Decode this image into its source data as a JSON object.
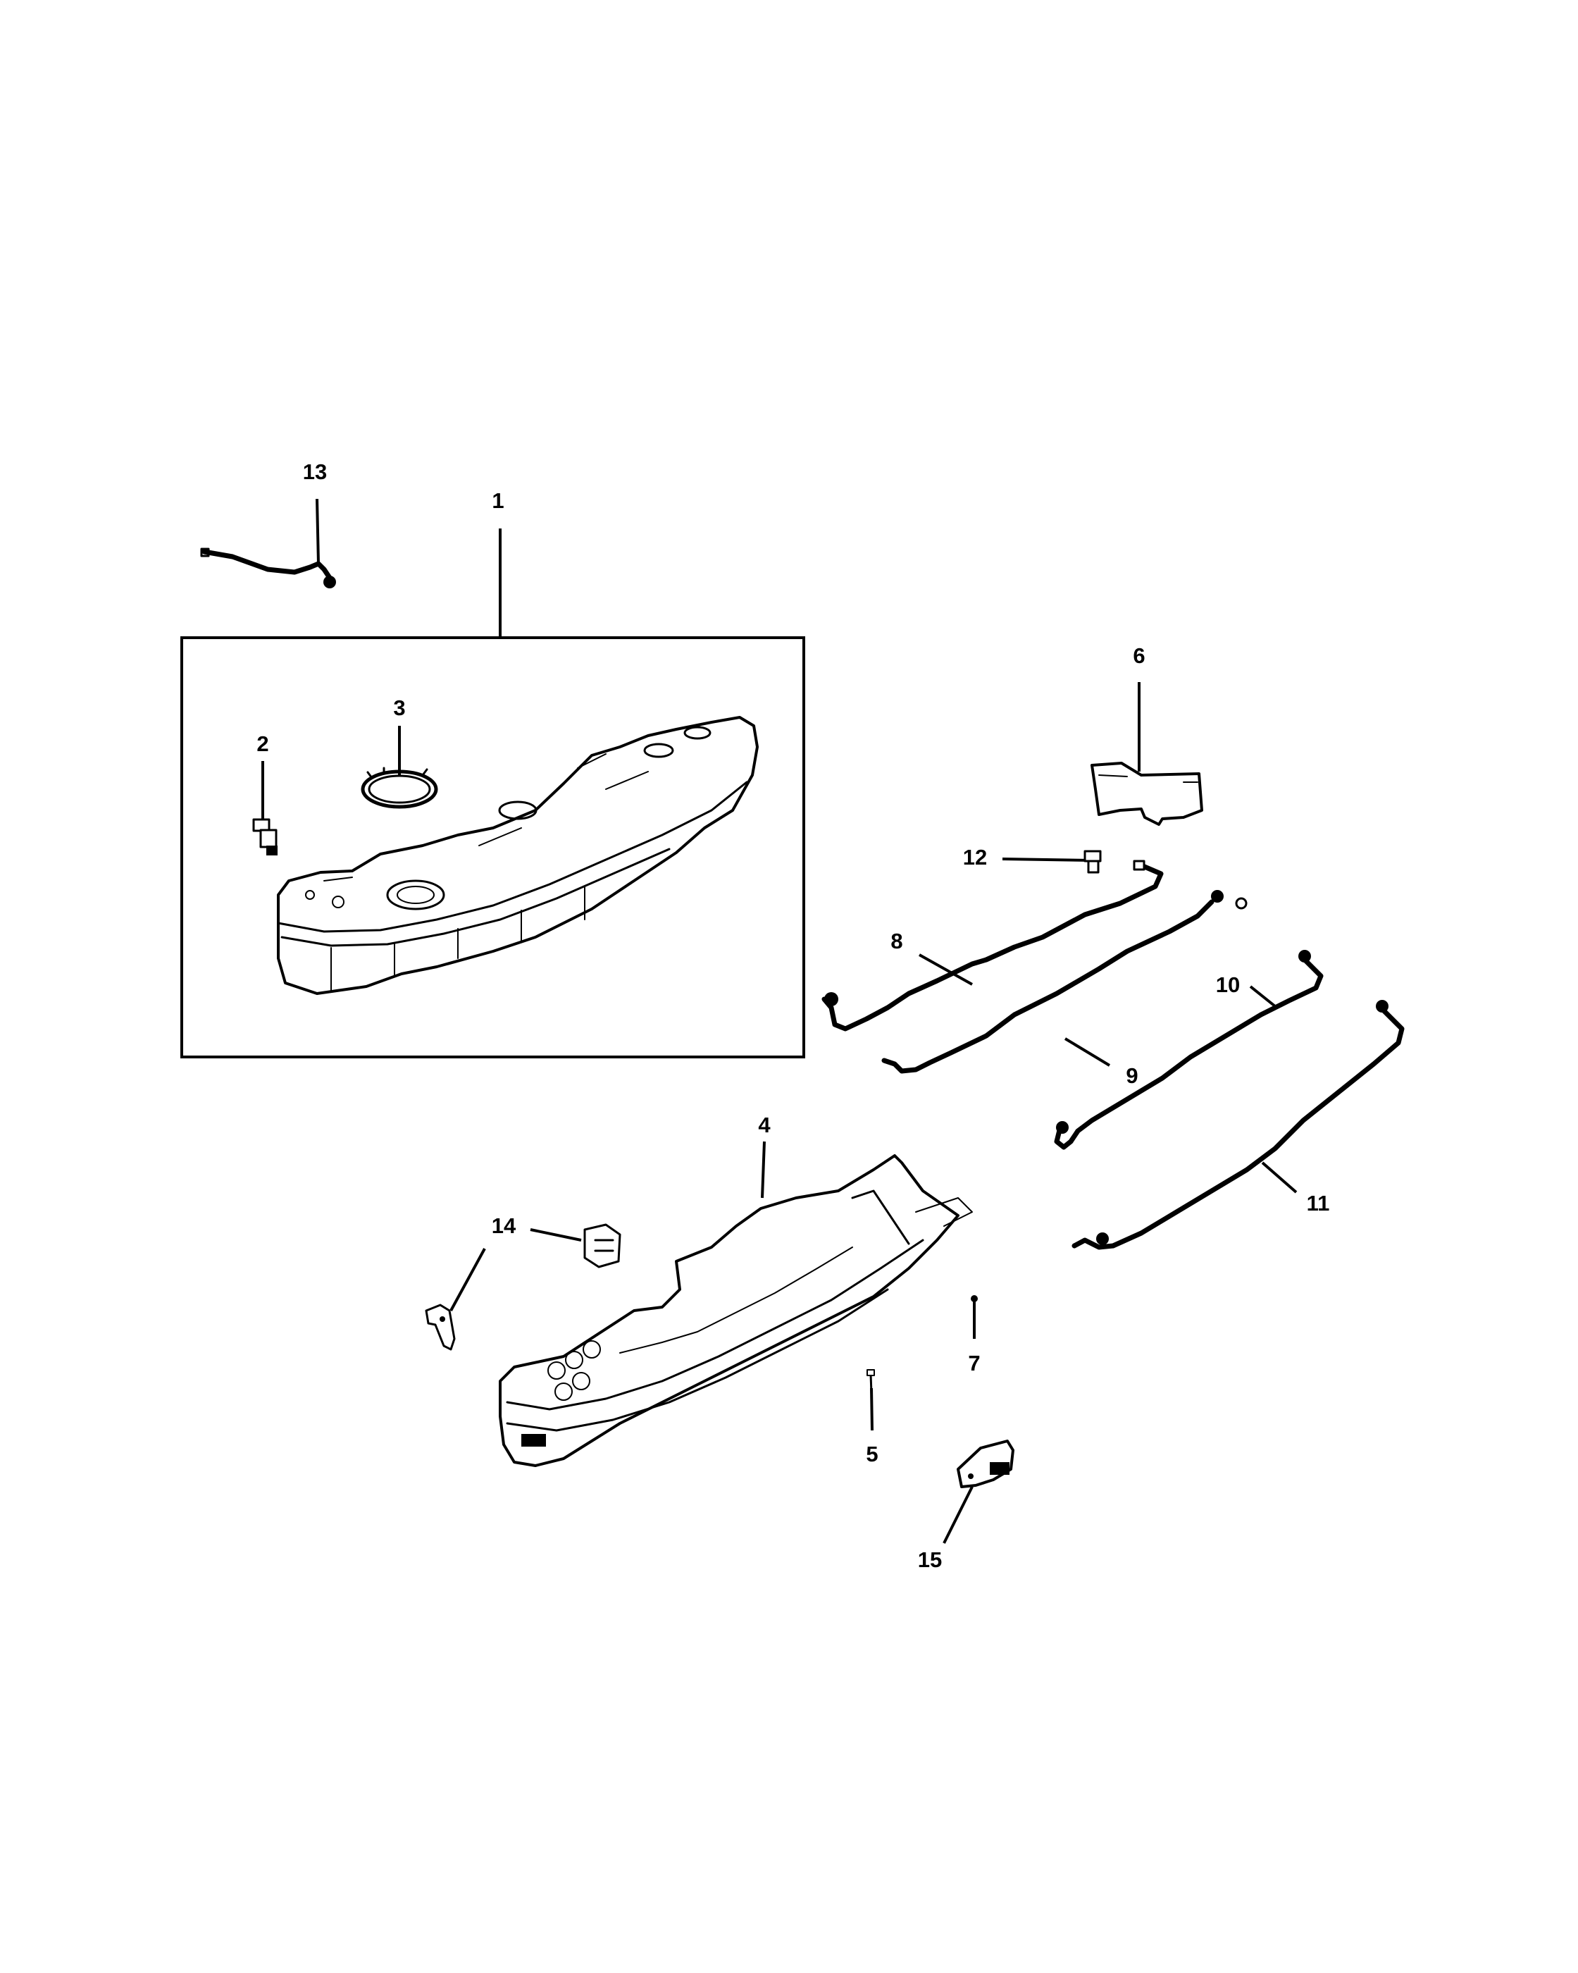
{
  "callouts": {
    "c1": "1",
    "c2": "2",
    "c3": "3",
    "c4": "4",
    "c5": "5",
    "c6": "6",
    "c7": "7",
    "c8": "8",
    "c9": "9",
    "c10": "10",
    "c11": "11",
    "c12": "12",
    "c13": "13",
    "c14": "14",
    "c15": "15"
  },
  "parts": [
    {
      "callout": "1",
      "icon": "fuel-tank-assembly-icon"
    },
    {
      "callout": "2",
      "icon": "valve-connector-icon"
    },
    {
      "callout": "3",
      "icon": "lock-ring-icon"
    },
    {
      "callout": "4",
      "icon": "skid-plate-icon"
    },
    {
      "callout": "5",
      "icon": "stud-icon"
    },
    {
      "callout": "6",
      "icon": "heat-shield-icon"
    },
    {
      "callout": "7",
      "icon": "screw-icon"
    },
    {
      "callout": "8",
      "icon": "fuel-line-icon"
    },
    {
      "callout": "9",
      "icon": "fuel-line-icon"
    },
    {
      "callout": "10",
      "icon": "fuel-line-icon"
    },
    {
      "callout": "11",
      "icon": "fuel-line-icon"
    },
    {
      "callout": "12",
      "icon": "clip-icon"
    },
    {
      "callout": "13",
      "icon": "vent-hose-icon"
    },
    {
      "callout": "14",
      "icon": "bracket-icon"
    },
    {
      "callout": "15",
      "icon": "module-icon"
    }
  ],
  "colors": {
    "line": "#000000",
    "background": "#ffffff"
  }
}
